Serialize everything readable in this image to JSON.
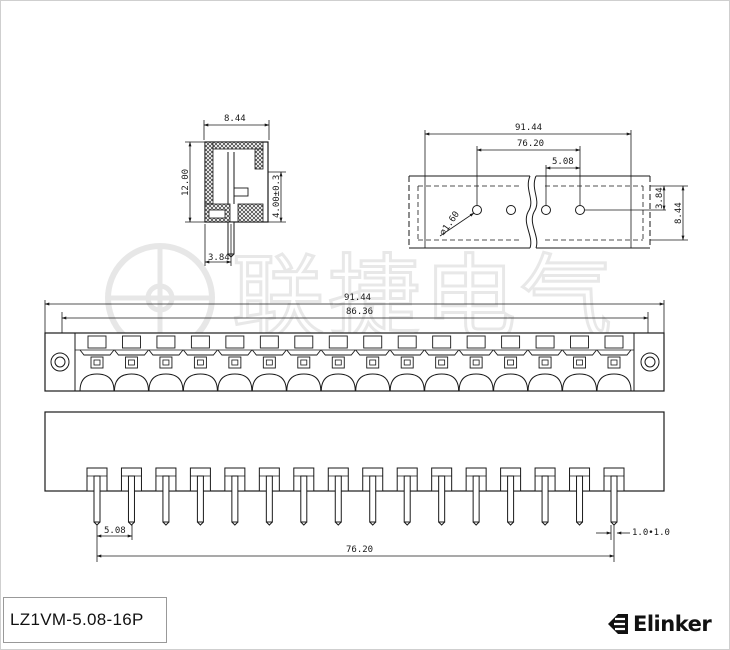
{
  "part_number": "LZ1VM-5.08-16P",
  "brand": {
    "name": "Elinker",
    "icon": "elinker-logo-icon"
  },
  "watermark": {
    "text": "联捷电气",
    "icon": "watermark-logo-icon"
  },
  "side_view": {
    "width": "8.44",
    "height": "12.00",
    "pin_height": "4.00±0.3",
    "pin_offset": "3.84"
  },
  "top_view": {
    "overall": "91.44",
    "pitch_span": "76.20",
    "pitch": "5.08",
    "hole_offset": "3.84",
    "depth": "8.44",
    "hole_diameter": "⌀1.60"
  },
  "front_view": {
    "overall": "91.44",
    "inner": "86.36"
  },
  "bottom_view": {
    "pitch": "5.08",
    "pitch_span": "76.20",
    "pin_size": "1.0•1.0"
  },
  "pin_count": 16
}
